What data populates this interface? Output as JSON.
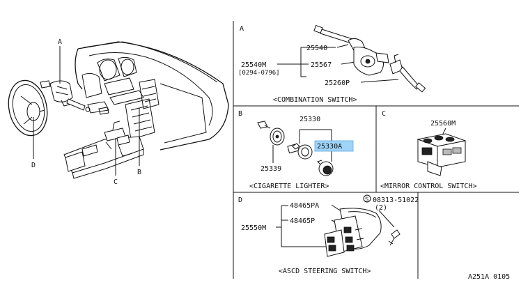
{
  "overview": {
    "callouts": {
      "a": "A",
      "b": "B",
      "c": "C",
      "d": "D"
    }
  },
  "panels": {
    "a": {
      "letter": "A",
      "parts": {
        "p25540": "25540",
        "p25540m": "25540M",
        "p25540m_note": "[0294-0796]",
        "p25567": "25567",
        "p25260p": "25260P"
      },
      "caption": "<COMBINATION SWITCH>"
    },
    "b": {
      "letter": "B",
      "parts": {
        "p25330": "25330",
        "p25330a": "25330A",
        "p25339": "25339"
      },
      "caption": "<CIGARETTE LIGHTER>",
      "highlight_color": "#9fd3f7"
    },
    "c": {
      "letter": "C",
      "parts": {
        "p25560m": "25560M"
      },
      "caption": "<MIRROR CONTROL SWITCH>"
    },
    "d": {
      "letter": "D",
      "parts": {
        "p48465pa": "48465PA",
        "p48465p": "48465P",
        "p25550m": "25550M",
        "screw": "08313-51022",
        "screw_qty": "(2)",
        "screw_symbol": "S"
      },
      "caption": "<ASCD STEERING SWITCH>"
    }
  },
  "footer": {
    "code": "A251A 0105"
  }
}
